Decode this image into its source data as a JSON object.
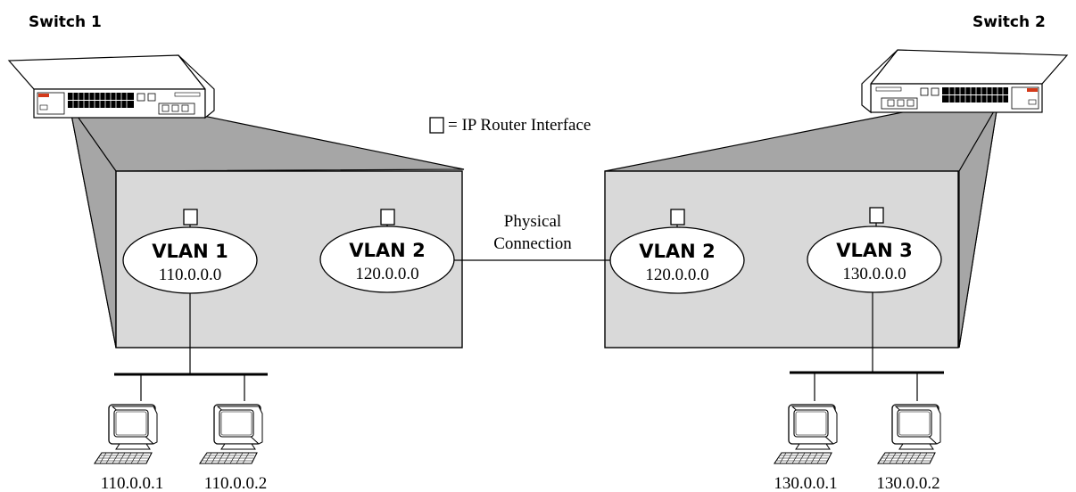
{
  "switch1": {
    "label": "Switch 1"
  },
  "switch2": {
    "label": "Switch 2"
  },
  "legend": {
    "text": "= IP Router Interface"
  },
  "link": {
    "line1": "Physical",
    "line2": "Connection"
  },
  "switch1_vlans": [
    {
      "name": "VLAN 1",
      "subnet": "110.0.0.0"
    },
    {
      "name": "VLAN 2",
      "subnet": "120.0.0.0"
    }
  ],
  "switch2_vlans": [
    {
      "name": "VLAN 2",
      "subnet": "120.0.0.0"
    },
    {
      "name": "VLAN 3",
      "subnet": "130.0.0.0"
    }
  ],
  "hosts_left": [
    "110.0.0.1",
    "110.0.0.2"
  ],
  "hosts_right": [
    "130.0.0.1",
    "130.0.0.2"
  ],
  "colors": {
    "panel": "#d9d9d9",
    "trapezoid": "#a6a6a6",
    "stroke": "#000000",
    "logo": "#d43a1a"
  }
}
